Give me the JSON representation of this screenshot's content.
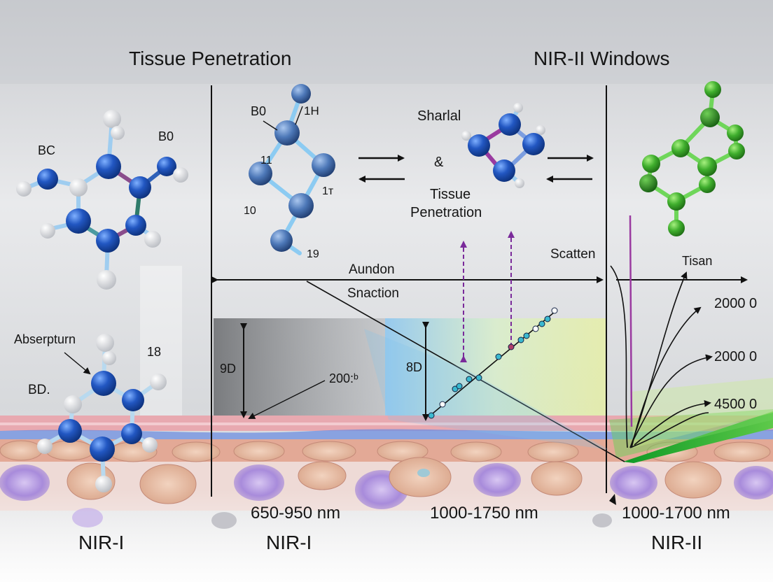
{
  "titles": {
    "left": "Tissue Penetration",
    "right": "NIR-II Windows"
  },
  "left_molecules": {
    "top": {
      "bc": "BC",
      "b0": "B0"
    },
    "bottom": {
      "absorption": "Abserpturn",
      "bd": "BD.",
      "n18": "18"
    }
  },
  "center_molecule": {
    "b0": "B0",
    "h1": "1H",
    "n11": "11",
    "n1t": "1ᴛ",
    "n10": "10",
    "n19": "19"
  },
  "middle_text": {
    "line1": "Sharlal",
    "line2": "&",
    "line3": "Tissue",
    "line4": "Penetration"
  },
  "arrow_labels": {
    "aundon": "Aundon",
    "snaction": "Snaction",
    "scatten": "Scatten",
    "tisan": "Tisan"
  },
  "depth_labels": {
    "d9": "9D",
    "d8": "8D",
    "n200": "200:ᵇ"
  },
  "right_values": [
    "2000 0",
    "2000 0",
    "4500 0"
  ],
  "wavelengths": [
    "650-950 nm",
    "1000-1750 nm",
    "1000-1700 nm"
  ],
  "regions": [
    "NIR-I",
    "NIR-I",
    "NIR-II"
  ],
  "colors": {
    "atom_blue": "#1e55b8",
    "atom_green": "#3aa52c",
    "bond_light_blue": "#7cc0ee",
    "purple_dashed": "#7a2a9a",
    "green_beam": "#1f9a2a",
    "skin_pink": "#e6a9ad",
    "cell_purple": "#a58ad6"
  }
}
